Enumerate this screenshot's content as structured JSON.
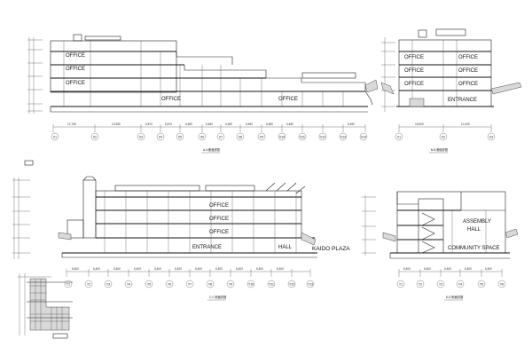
{
  "drawing": {
    "sections": [
      {
        "id": "s1",
        "caption": "A-A 断面詳図",
        "rooms": [
          "OFFICE",
          "OFFICE",
          "OFFICE",
          "OFFICE",
          "OFFICE"
        ],
        "grid": [
          "X1",
          "X2",
          "X3",
          "X4",
          "X5",
          "X6",
          "X7",
          "X8",
          "X9",
          "X10",
          "X11",
          "X12",
          "X13",
          "X14"
        ],
        "spans": [
          "12,765",
          "10,380",
          "6,870",
          "6,870",
          "6,480",
          "6,480",
          "6,480",
          "6,480",
          "6,480",
          "6,480",
          "6,490"
        ]
      },
      {
        "id": "s2",
        "caption": "B-B 断面詳図",
        "rooms": [
          "OFFICE",
          "OFFICE",
          "OFFICE",
          "OFFICE",
          "OFFICE",
          "OFFICE",
          "ENTRANCE"
        ],
        "grid": [
          "X1",
          "X2",
          "X3"
        ],
        "spans": [
          "15,600",
          "12,400"
        ]
      },
      {
        "id": "s3",
        "caption": "C-C 断面詳図",
        "rooms": [
          "OFFICE",
          "OFFICE",
          "OFFICE",
          "ENTRANCE",
          "HALL",
          "KAIDO PLAZA"
        ],
        "grid": [
          "Y1",
          "Y2",
          "Y3",
          "Y4",
          "Y5",
          "Y6",
          "Y7",
          "Y8",
          "Y9",
          "Y10",
          "Y11",
          "Y12",
          "Y13"
        ],
        "spans": [
          "6,400",
          "6,400",
          "6,400",
          "6,400",
          "6,400",
          "6,400",
          "6,400",
          "6,400",
          "6,400",
          "6,400",
          "6,400"
        ]
      },
      {
        "id": "s4",
        "caption": "D-D 断面詳図",
        "rooms": [
          "ASSEMBLY",
          "HALL",
          "COMMUNITY SPACE"
        ],
        "grid": [
          "Y1",
          "Y2",
          "Y3",
          "Y4",
          "Y5",
          "Y6"
        ],
        "spans": [
          "6,400",
          "6,400",
          "6,400",
          "6,400",
          "6,400"
        ]
      }
    ]
  }
}
